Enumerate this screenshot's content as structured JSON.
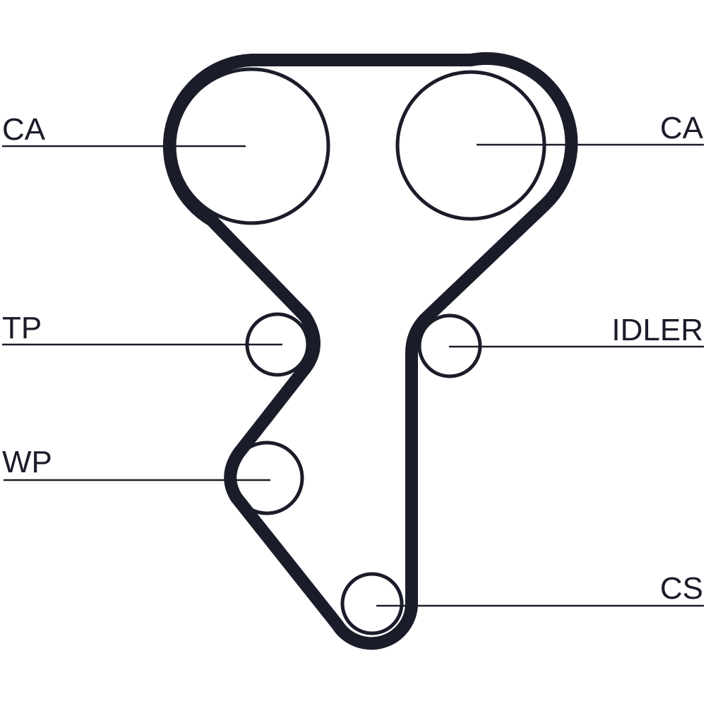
{
  "labels": {
    "camshaft_left": "CA",
    "camshaft_right": "CA",
    "tensioner": "TP",
    "idler": "IDLER",
    "water_pump": "WP",
    "crankshaft": "CS"
  },
  "colors": {
    "belt": "#1b1c2a",
    "line": "#1b1c2a"
  }
}
